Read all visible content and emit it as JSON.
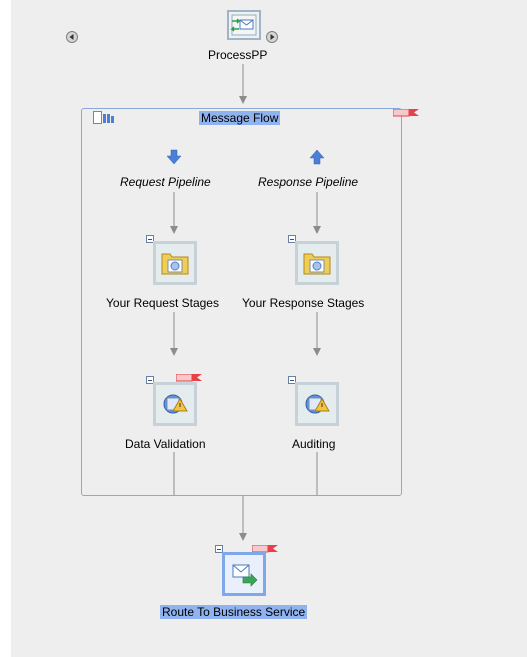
{
  "nodes": {
    "proxy": {
      "label": "ProcessPP"
    },
    "message_flow": {
      "label": "Message Flow"
    },
    "request_pipeline": {
      "label": "Request Pipeline"
    },
    "response_pipeline": {
      "label": "Response Pipeline"
    },
    "request_stages": {
      "label": "Your Request Stages"
    },
    "response_stages": {
      "label": "Your Response Stages"
    },
    "data_validation": {
      "label": "Data Validation"
    },
    "auditing": {
      "label": "Auditing"
    },
    "route": {
      "label": "Route To Business Service"
    }
  },
  "colors": {
    "canvas": "#eeeeee",
    "frame": "#8aa8d9",
    "highlight": "#8fb2f0",
    "connector": "#8c8c8c",
    "error_flag": "#e8404a",
    "pipeline_arrow": "#4a7fd8"
  },
  "icons": {
    "proxy": "proxy-service-icon",
    "message_flow": "pipeline-pair-icon",
    "stage": "stage-folder-icon",
    "validate": "validate-action-icon",
    "route": "route-node-icon",
    "request_arrow": "down-arrow-icon",
    "response_arrow": "up-arrow-icon"
  }
}
